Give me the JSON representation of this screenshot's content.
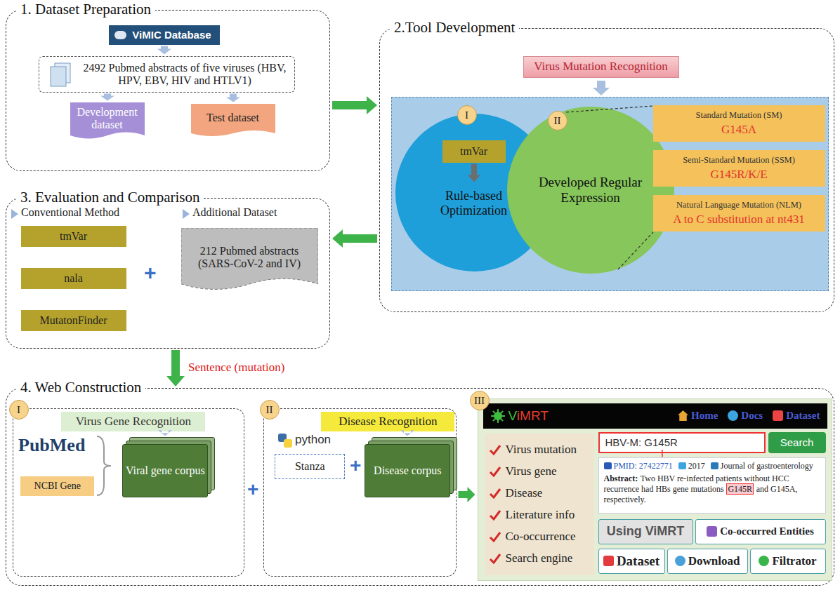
{
  "diagram": {
    "nodes": [
      {
        "text": [
          "1. Dataset Preparation"
        ]
      },
      {
        "text": [
          "ViMIC Database"
        ],
        "in": 0
      },
      {
        "text": [
          "2492 Pubmed abstracts of five viruses (HBV, HPV, EBV, HIV and HTLV1)"
        ],
        "in": 0
      },
      {
        "text": [
          "Development dataset"
        ],
        "in": 0
      },
      {
        "text": [
          "Test dataset"
        ],
        "in": 0
      },
      {
        "text": [
          "2.Tool Development"
        ]
      },
      {
        "text": [
          "Virus Mutation Recognition"
        ],
        "in": 5
      },
      {
        "text": [
          "I"
        ],
        "in": 5
      },
      {
        "text": [
          "tmVar"
        ],
        "in": 7
      },
      {
        "text": [
          "Rule-based Optimization"
        ],
        "in": 7
      },
      {
        "text": [
          "II",
          "Developed Regular Expression"
        ],
        "in": 5
      },
      {
        "text": [
          "Standard Mutation (SM)",
          "G145A"
        ],
        "in": 5
      },
      {
        "text": [
          "Semi-Standard Mutation (SSM)",
          "G145R/K/E"
        ],
        "in": 5
      },
      {
        "text": [
          "Natural Language Mutation (NLM)",
          "A to C substitution at nt431"
        ],
        "in": 5
      },
      {
        "text": [
          "3. Evaluation and Comparison"
        ]
      },
      {
        "text": [
          "tmVar"
        ],
        "in": 14
      },
      {
        "text": [
          "nala"
        ],
        "in": 14
      },
      {
        "text": [
          "MutatonFinder"
        ],
        "in": 14
      },
      {
        "text": [
          "212 Pubmed abstracts (SARS-CoV-2 and IV)"
        ],
        "in": 14
      },
      {
        "text": [
          "4. Web Construction"
        ]
      },
      {
        "text": [
          "I"
        ],
        "in": 19
      },
      {
        "text": [
          "Virus Gene Recognition"
        ],
        "in": 20
      },
      {
        "text": [
          "NCBI Gene"
        ],
        "in": 20
      },
      {
        "text": [
          "Viral gene corpus"
        ],
        "in": 20
      },
      {
        "text": [
          "II"
        ],
        "in": 19
      },
      {
        "text": [
          "Disease Recognition"
        ],
        "in": 24
      },
      {
        "text": [
          "Stanza"
        ],
        "in": 24
      },
      {
        "text": [
          "Disease corpus"
        ],
        "in": 24
      },
      {
        "text": [
          "III"
        ],
        "in": 19
      },
      {
        "text": [
          "ViMRT",
          "Home",
          "Docs",
          "Dataset"
        ],
        "in": 28
      },
      {
        "text": [
          "Virus mutation",
          "Virus gene",
          "Disease",
          "Literature info",
          "Co-occurrence",
          "Search engine"
        ],
        "in": 28
      },
      {
        "text": [
          "HBV-M: G145R"
        ],
        "in": 28
      },
      {
        "text": [
          "Search"
        ],
        "in": 28
      },
      {
        "text": [
          "PMID: 27422771",
          "2017",
          "Journal of gastroenterology",
          "Abstract:",
          "Two HBV re-infected patients without HCC recurrence had HBs gene mutations",
          "G145R",
          "and G145A, respectively."
        ],
        "in": 28
      },
      {
        "text": [
          "Using ViMRT"
        ],
        "in": 28
      },
      {
        "text": [
          "Co-occurred Entities"
        ],
        "in": 28
      },
      {
        "text": [
          "Dataset"
        ],
        "in": 28
      },
      {
        "text": [
          "Download"
        ],
        "in": 28
      },
      {
        "text": [
          "Filtrator"
        ],
        "in": 28
      }
    ],
    "edges": [
      {
        "from": 0,
        "to": 5,
        "arrow": "to"
      },
      {
        "from": 5,
        "to": 14,
        "arrow": "to"
      },
      {
        "from": 14,
        "to": 19,
        "arrow": "to",
        "label": "Sentence (mutation)"
      },
      {
        "from": 1,
        "to": 2,
        "arrow": "to"
      },
      {
        "from": 2,
        "to": 3,
        "arrow": "to"
      },
      {
        "from": 2,
        "to": 4,
        "arrow": "to"
      },
      {
        "from": 8,
        "to": 9,
        "arrow": "to"
      },
      {
        "from": 21,
        "to": 23,
        "arrow": "to"
      },
      {
        "from": 25,
        "to": 27,
        "arrow": "to"
      },
      {
        "from": 24,
        "to": 28,
        "arrow": "to"
      }
    ],
    "labels": [
      "Conventional Method",
      "+",
      "Additional Dataset",
      "PubMed",
      "+",
      "python",
      "+"
    ]
  }
}
